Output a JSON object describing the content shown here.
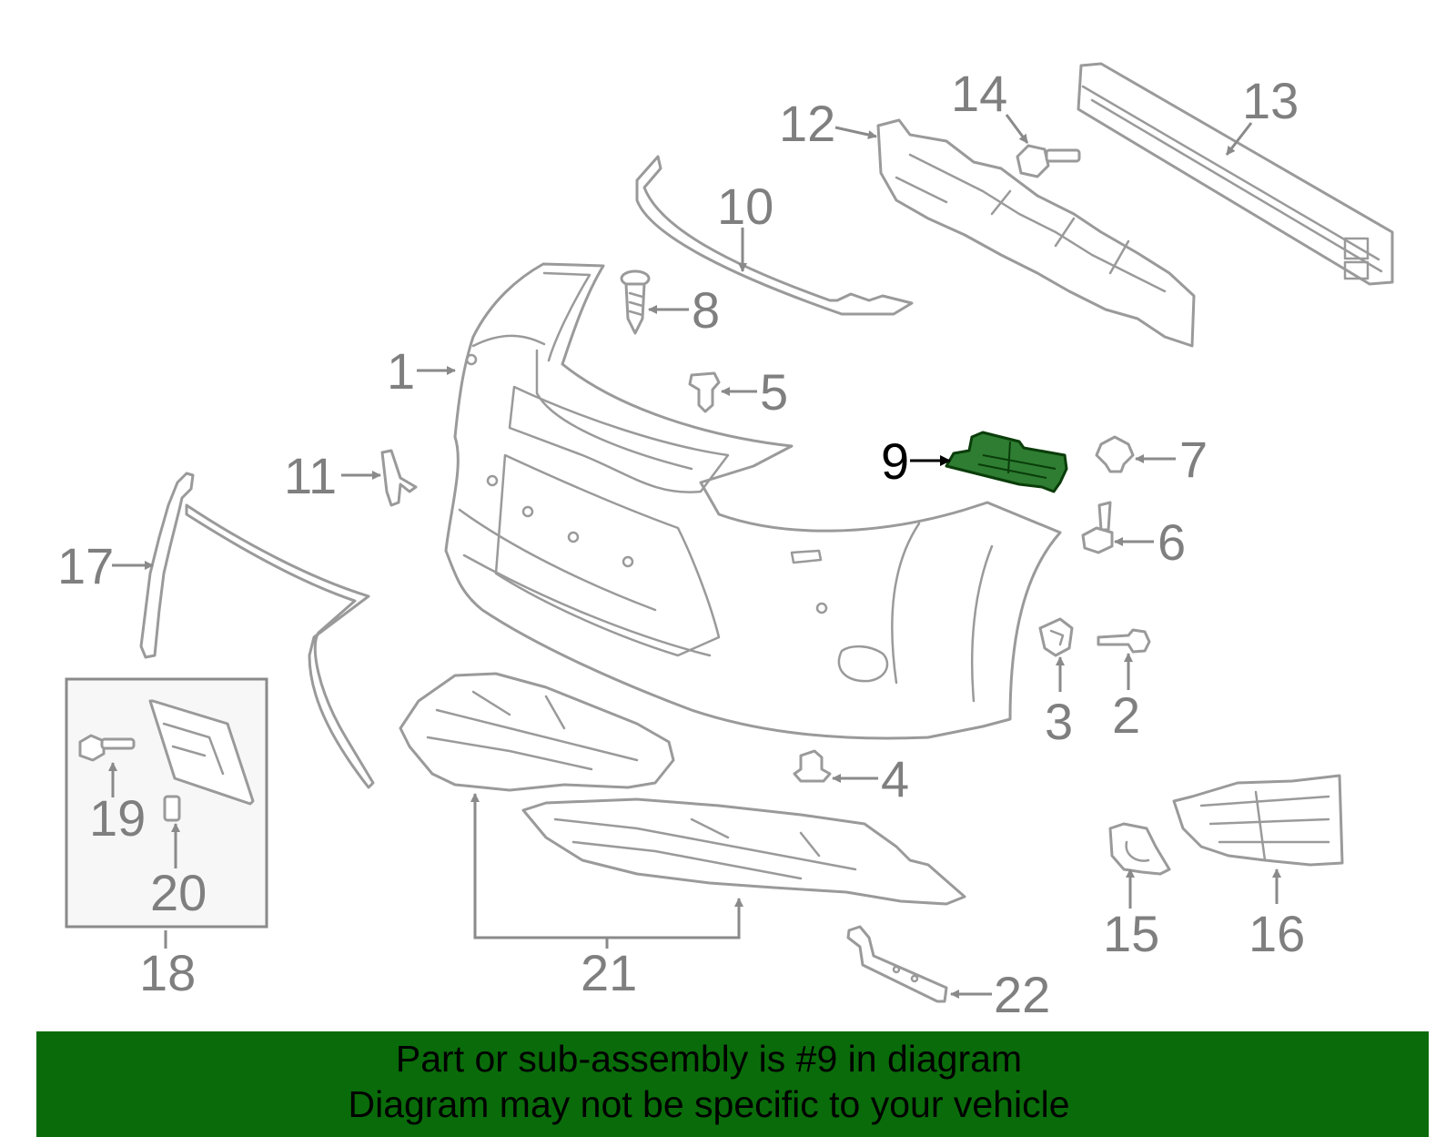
{
  "diagram": {
    "highlighted_part": "9",
    "highlight_color": "#2e7d32",
    "leader_color": "#8a8a8a",
    "callouts": [
      "1",
      "2",
      "3",
      "4",
      "5",
      "6",
      "7",
      "8",
      "9",
      "10",
      "11",
      "12",
      "13",
      "14",
      "15",
      "16",
      "17",
      "18",
      "19",
      "20",
      "21",
      "22"
    ]
  },
  "banner": {
    "background_color": "#0a6b0a",
    "line1": "Part or sub-assembly is #9 in diagram",
    "line2": "Diagram may not be specific to your vehicle"
  }
}
